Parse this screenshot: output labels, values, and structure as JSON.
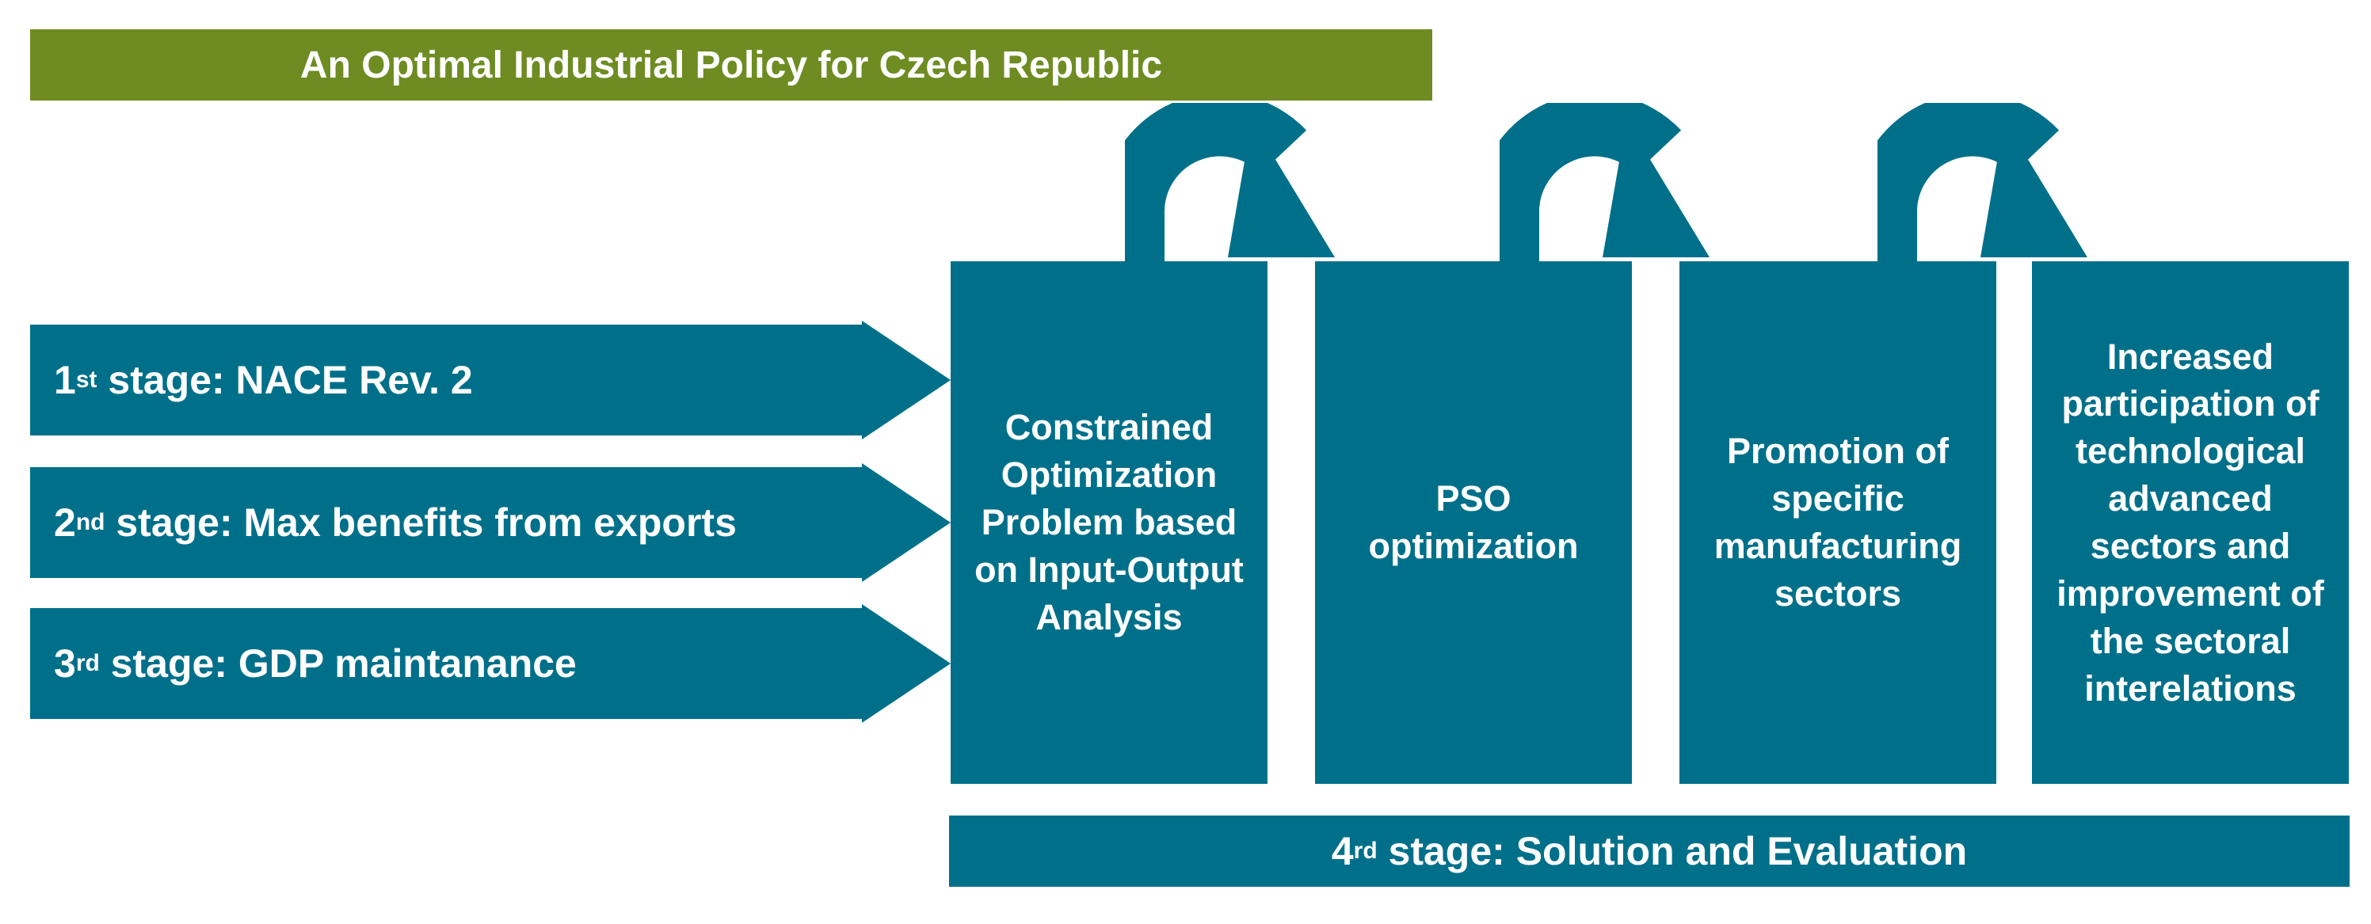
{
  "title": "An Optimal Industrial Policy for Czech Republic",
  "stages": [
    {
      "num": "1",
      "suffix": "st",
      "text": " stage: NACE Rev. 2"
    },
    {
      "num": "2",
      "suffix": "nd",
      "text": " stage: Max benefits from exports"
    },
    {
      "num": "3",
      "suffix": "rd",
      "text": " stage: GDP maintanance"
    }
  ],
  "process_boxes": [
    {
      "lines": [
        "Constrained",
        "Optimization",
        "Problem based",
        "on Input-Output",
        "Analysis"
      ]
    },
    {
      "lines": [
        "PSO",
        "optimization"
      ]
    },
    {
      "lines": [
        "Promotion of",
        "specific",
        "manufacturing",
        "sectors"
      ]
    },
    {
      "lines": [
        "Increased",
        "participation of",
        "technological",
        "advanced",
        "sectors and",
        "improvement of",
        "the sectoral",
        "interelations"
      ]
    }
  ],
  "footer": {
    "num": "4",
    "suffix": "rd",
    "text": " stage: Solution and Evaluation"
  },
  "colors": {
    "teal": "#00708a",
    "olive": "#6e8c22"
  }
}
